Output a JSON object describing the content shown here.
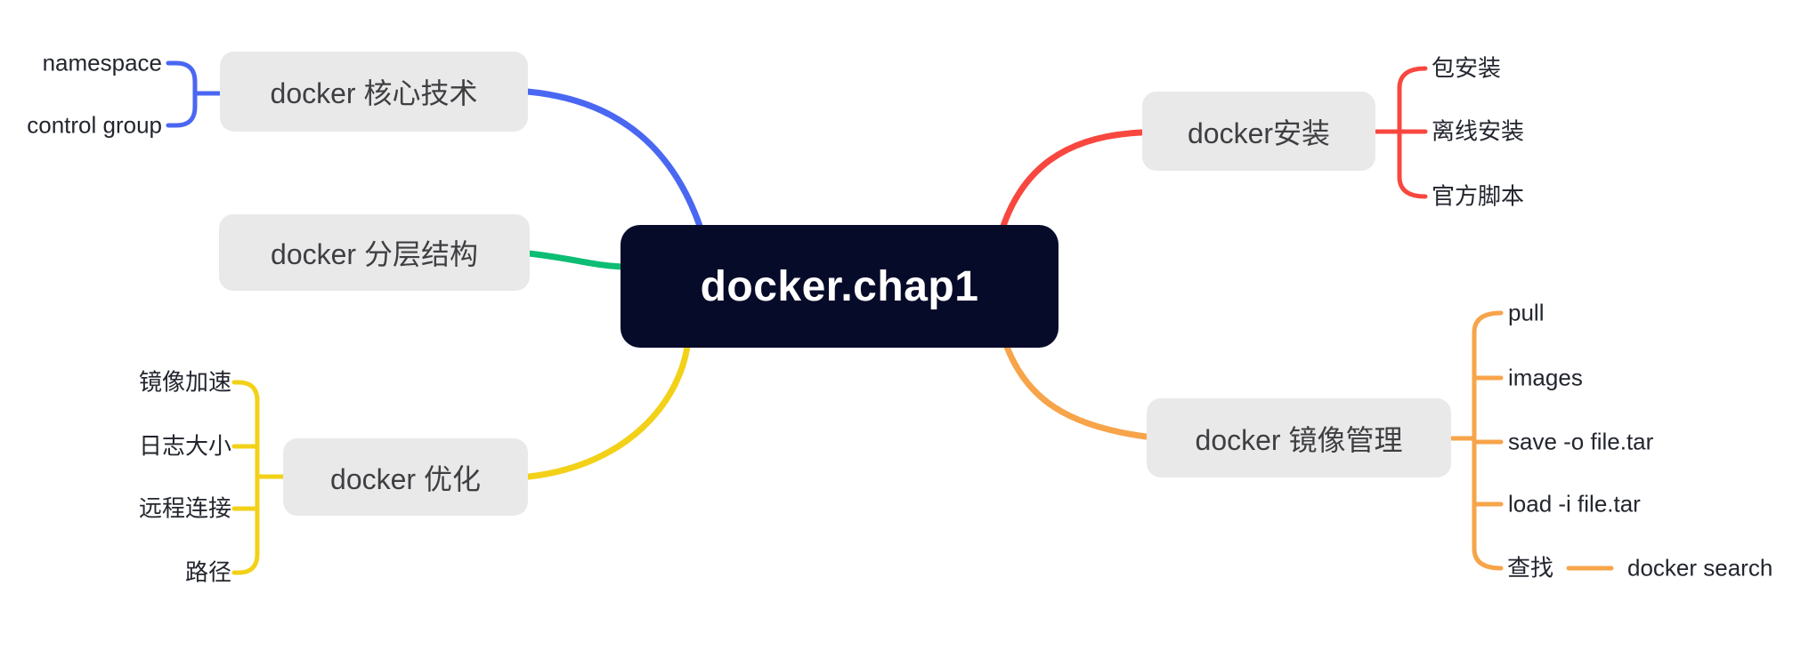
{
  "root": {
    "label": "docker.chap1"
  },
  "branches": [
    {
      "id": "core-tech",
      "label": "docker 核心技术",
      "color": "#4a67f2",
      "children": [
        {
          "label": "namespace"
        },
        {
          "label": "control group"
        }
      ]
    },
    {
      "id": "layered-structure",
      "label": "docker 分层结构",
      "color": "#0cbd74",
      "children": []
    },
    {
      "id": "optimize",
      "label": "docker 优化",
      "color": "#f2d118",
      "children": [
        {
          "label": "镜像加速"
        },
        {
          "label": "日志大小"
        },
        {
          "label": "远程连接"
        },
        {
          "label": "路径"
        }
      ]
    },
    {
      "id": "install",
      "label": "docker安装",
      "color": "#f8473f",
      "children": [
        {
          "label": "包安装"
        },
        {
          "label": "离线安装"
        },
        {
          "label": "官方脚本"
        }
      ]
    },
    {
      "id": "image-management",
      "label": "docker 镜像管理",
      "color": "#f7a44a",
      "children": [
        {
          "label": "pull"
        },
        {
          "label": "images"
        },
        {
          "label": "save -o file.tar"
        },
        {
          "label": "load -i file.tar"
        },
        {
          "label": "查找",
          "children": [
            {
              "label": "docker search"
            }
          ]
        }
      ]
    }
  ],
  "colors": {
    "canvas_bg": "#ffffff",
    "root_bg": "#070b2a",
    "root_text": "#ffffff",
    "topic_bg": "#e9e9e9",
    "topic_text": "#3f3f43",
    "leaf_text": "#23262e"
  }
}
